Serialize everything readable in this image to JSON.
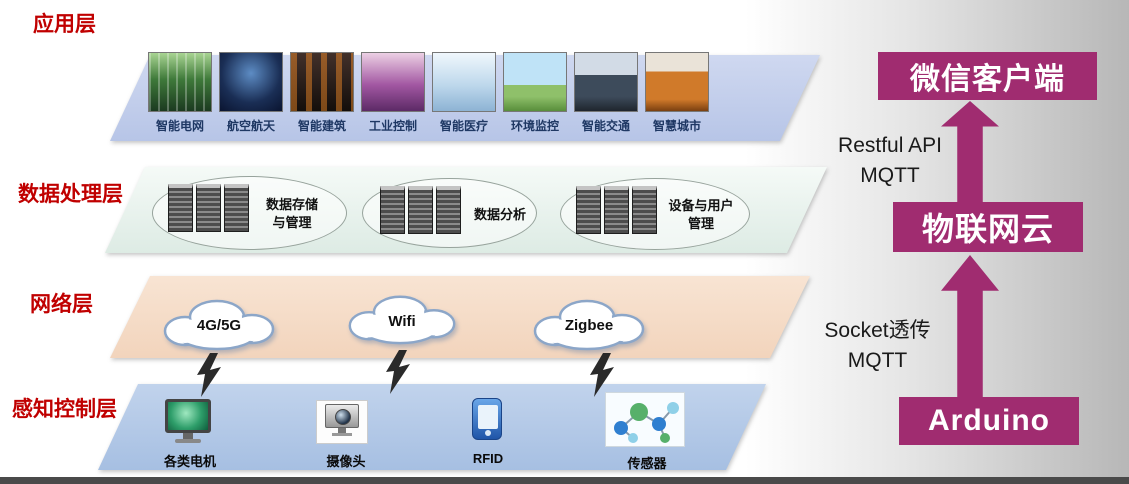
{
  "colors": {
    "accent_magenta": "#a02c70",
    "layer_label_red": "#c00000",
    "application_band": "#c3cfec",
    "data_band": "#e9f3ee",
    "network_band": "#f6dcc8",
    "perception_band": "#b4c9e8"
  },
  "layers": {
    "application": {
      "label": "应用层",
      "items": [
        {
          "label": "智能电网",
          "icon": "smart-grid-photo"
        },
        {
          "label": "航空航天",
          "icon": "aerospace-photo"
        },
        {
          "label": "智能建筑",
          "icon": "smart-building-photo"
        },
        {
          "label": "工业控制",
          "icon": "industrial-control-photo"
        },
        {
          "label": "智能医疗",
          "icon": "smart-medical-photo"
        },
        {
          "label": "环境监控",
          "icon": "environment-monitoring-photo"
        },
        {
          "label": "智能交通",
          "icon": "smart-transport-photo"
        },
        {
          "label": "智慧城市",
          "icon": "smart-city-photo"
        }
      ]
    },
    "data_processing": {
      "label": "数据处理层",
      "clusters": [
        {
          "line1": "数据存储",
          "line2": "与管理",
          "icon": "server-rack"
        },
        {
          "line1": "数据分析",
          "line2": "",
          "icon": "server-rack"
        },
        {
          "line1": "设备与用户",
          "line2": "管理",
          "icon": "server-rack"
        }
      ]
    },
    "network": {
      "label": "网络层",
      "clouds": [
        {
          "label": "4G/5G"
        },
        {
          "label": "Wifi"
        },
        {
          "label": "Zigbee"
        }
      ]
    },
    "perception": {
      "label": "感知控制层",
      "items": [
        {
          "label": "各类电机",
          "icon": "motor-monitor"
        },
        {
          "label": "摄像头",
          "icon": "camera"
        },
        {
          "label": "RFID",
          "icon": "rfid-card"
        },
        {
          "label": "传感器",
          "icon": "molecule-sensor"
        }
      ]
    }
  },
  "right_column": {
    "wechat_client": "微信客户端",
    "protocol_top_line1": "Restful API",
    "protocol_top_line2": "MQTT",
    "iot_cloud": "物联网云",
    "protocol_bottom_line1": "Socket透传",
    "protocol_bottom_line2": "MQTT",
    "arduino": "Arduino"
  }
}
